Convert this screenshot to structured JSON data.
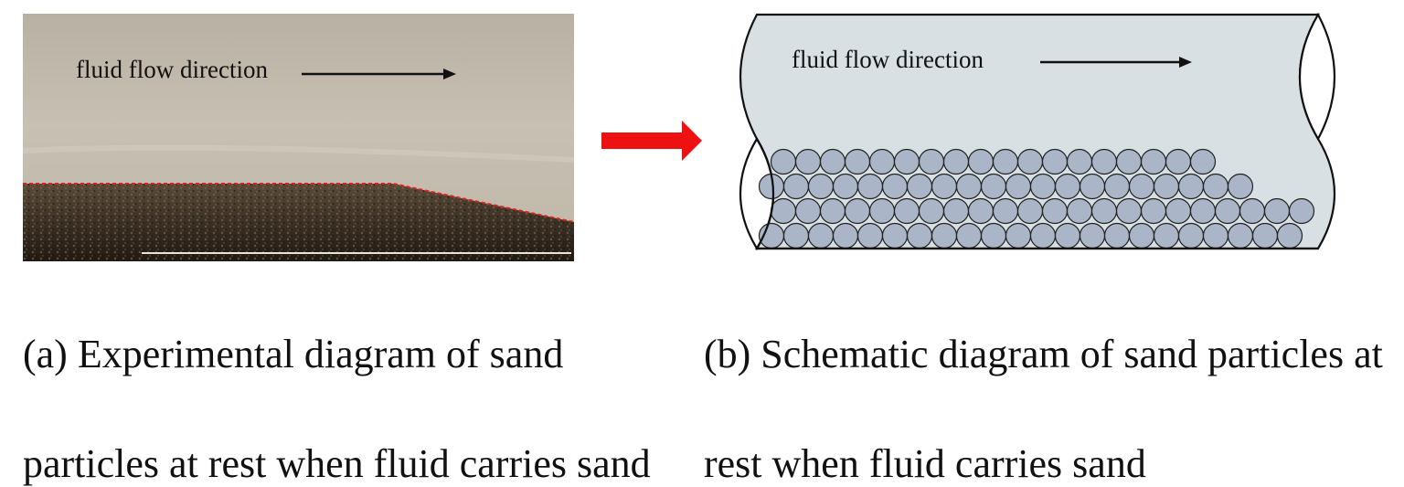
{
  "panel_a": {
    "flow_label": "fluid flow direction",
    "caption_line1": "(a) Experimental diagram of sand",
    "caption_line2": "particles at rest when fluid carries sand"
  },
  "panel_b": {
    "flow_label": "fluid flow direction",
    "caption_line1": "(b) Schematic diagram of sand particles at",
    "caption_line2": "rest when fluid carries sand"
  },
  "colors": {
    "fluid_photo": "#b5ab9a",
    "sand_photo": "#3a2e22",
    "interface_line": "#e02020",
    "transition_arrow": "#ee1111",
    "pipe_fill": "#d9e0e4",
    "particle_fill": "#aab6c8",
    "outline": "#111111"
  },
  "icons": {
    "flow_arrow": "right-arrow-icon",
    "transition_arrow": "red-right-arrow-icon"
  }
}
